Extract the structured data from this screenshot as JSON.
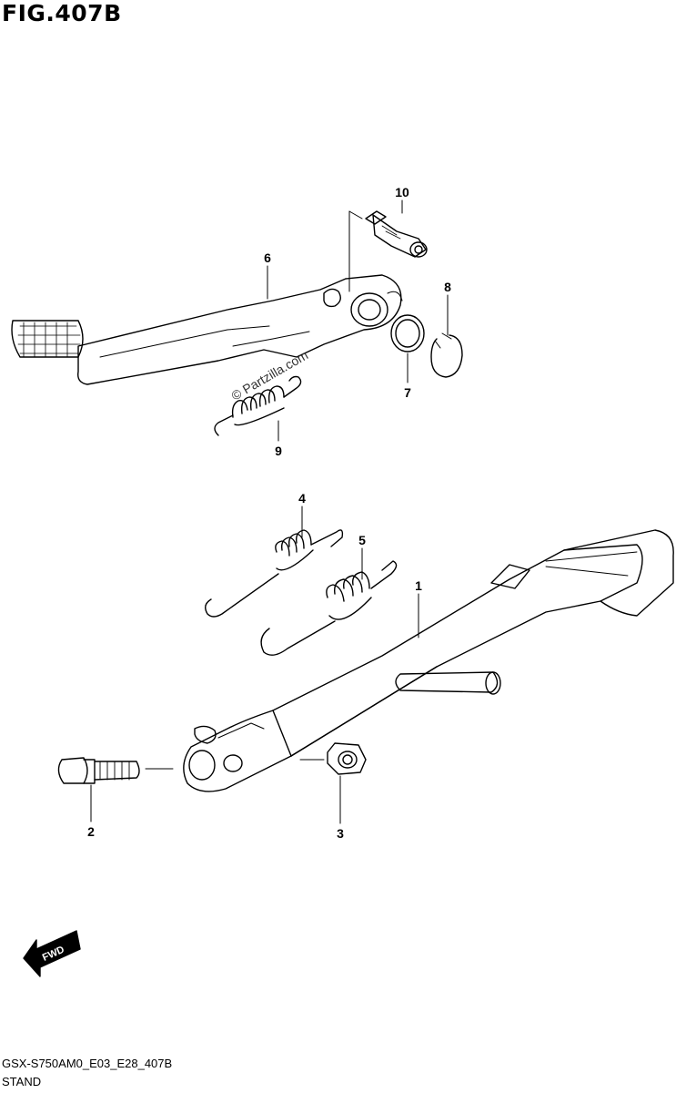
{
  "figure": {
    "title": "FIG.407B",
    "model_code": "GSX-S750AM0_E03_E28_407B",
    "section_name": "STAND",
    "watermark": "© Partzilla.com",
    "direction_label": "FWD"
  },
  "callouts": [
    {
      "id": "1",
      "label": "1"
    },
    {
      "id": "2",
      "label": "2"
    },
    {
      "id": "3",
      "label": "3"
    },
    {
      "id": "4",
      "label": "4"
    },
    {
      "id": "5",
      "label": "5"
    },
    {
      "id": "6",
      "label": "6"
    },
    {
      "id": "7",
      "label": "7"
    },
    {
      "id": "8",
      "label": "8"
    },
    {
      "id": "9",
      "label": "9"
    },
    {
      "id": "10",
      "label": "10"
    }
  ]
}
